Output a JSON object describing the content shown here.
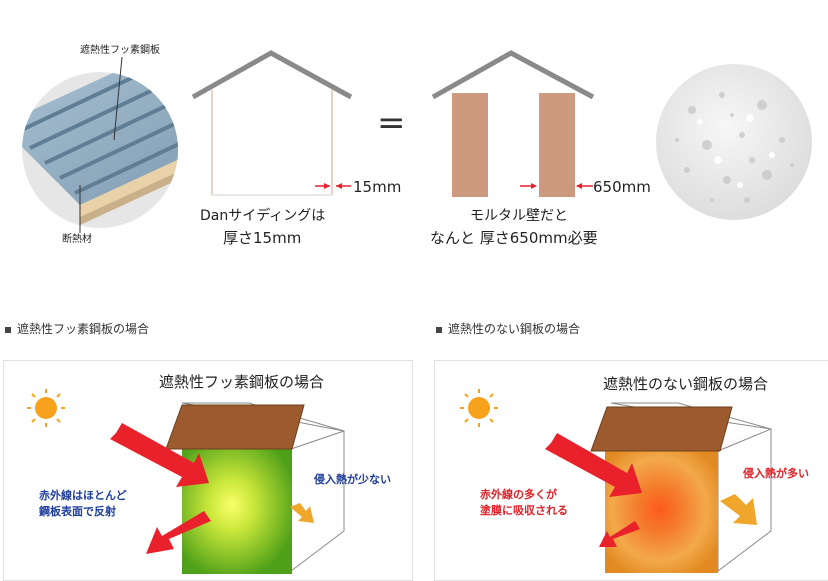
{
  "top": {
    "steel_label": "遮熱性フッ素鋼板",
    "insulation_label": "断熱材",
    "dan_measure": "15mm",
    "dan_caption_line1": "Danサイディングは",
    "dan_caption_line2": "厚さ15mm",
    "equals": "=",
    "mortar_measure": "650mm",
    "mortar_caption_line1": "モルタル壁だと",
    "mortar_caption_line2": "なんと 厚さ650mm必要"
  },
  "sections": {
    "left_heading": "遮熱性フッ素鋼板の場合",
    "right_heading": "遮熱性のない鋼板の場合"
  },
  "left_panel": {
    "title": "遮熱性フッ素鋼板の場合",
    "reflect_line1": "赤外線はほとんど",
    "reflect_line2": "鋼板表面で反射",
    "heat_text": "侵入熱が少ない"
  },
  "right_panel": {
    "title": "遮熱性のない鋼板の場合",
    "absorb_line1": "赤外線の多くが",
    "absorb_line2": "塗膜に吸収される",
    "heat_text": "侵入熱が多い"
  },
  "colors": {
    "roof_brown": "#9c5a2f",
    "house_outline": "#8a8a8a",
    "mortar_wall": "#cd9a7f",
    "arrow_red": "#e8212a",
    "arrow_orange": "#f0a62a",
    "left_text_blue": "#1f3e9a",
    "right_text_red": "#e02028",
    "sun": "#f6a21d"
  },
  "icons": [
    "sun-icon",
    "infrared-arrow-icon",
    "heat-arrow-icon"
  ]
}
